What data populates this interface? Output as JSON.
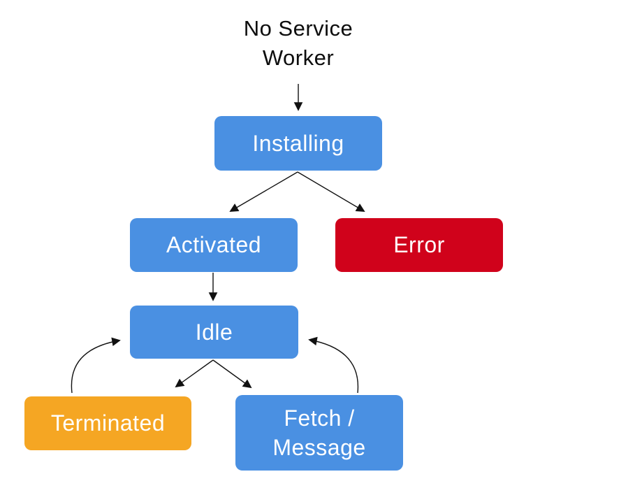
{
  "diagram": {
    "title": "No Service\nWorker",
    "nodes": {
      "installing": {
        "label": "Installing",
        "color": "#4A90E2"
      },
      "activated": {
        "label": "Activated",
        "color": "#4A90E2"
      },
      "error": {
        "label": "Error",
        "color": "#D0021B"
      },
      "idle": {
        "label": "Idle",
        "color": "#4A90E2"
      },
      "terminated": {
        "label": "Terminated",
        "color": "#F5A623"
      },
      "fetch_message": {
        "label": "Fetch /\nMessage",
        "color": "#4A90E2"
      }
    },
    "edges": [
      {
        "from": "no-service-worker",
        "to": "installing"
      },
      {
        "from": "installing",
        "to": "activated"
      },
      {
        "from": "installing",
        "to": "error"
      },
      {
        "from": "activated",
        "to": "idle"
      },
      {
        "from": "idle",
        "to": "terminated"
      },
      {
        "from": "idle",
        "to": "fetch_message"
      },
      {
        "from": "terminated",
        "to": "idle"
      },
      {
        "from": "fetch_message",
        "to": "idle"
      }
    ],
    "colors": {
      "blue": "#4A90E2",
      "red": "#D0021B",
      "orange": "#F5A623",
      "label_text": "#FFFFFF",
      "title_text": "#0D0D0D",
      "arrow": "#111111"
    }
  }
}
